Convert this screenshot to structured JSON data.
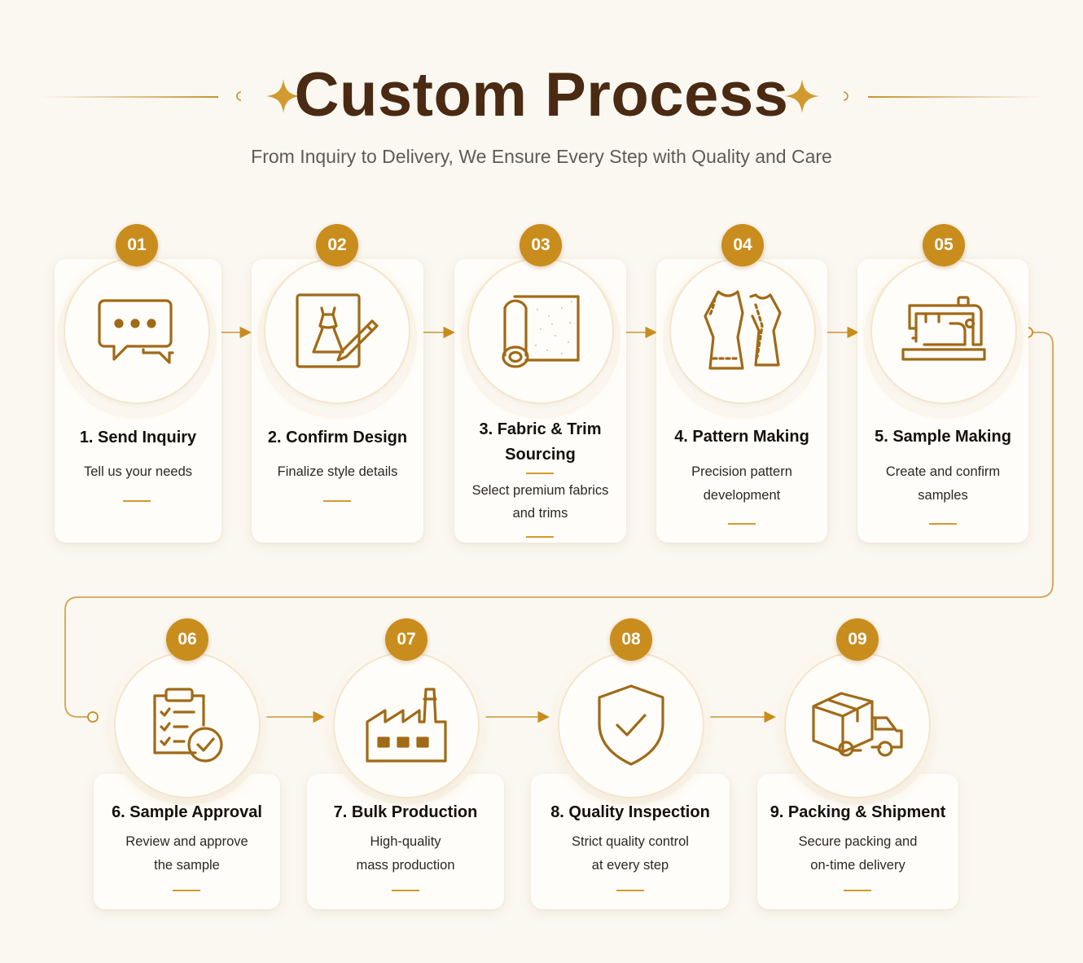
{
  "header": {
    "title": "Custom Process",
    "subtitle": "From Inquiry to Delivery, We Ensure Every Step with Quality and Care"
  },
  "colors": {
    "accent": "#c98d1e",
    "title": "#4a2a12",
    "background": "#fbf8f2",
    "icon_stroke": "#a06a16"
  },
  "steps": [
    {
      "number": "01",
      "title_line1": "1. Send Inquiry",
      "title_line2": "",
      "desc_line1": "Tell us your needs",
      "desc_line2": "",
      "icon": "chat-bubbles-icon"
    },
    {
      "number": "02",
      "title_line1": "2. Confirm Design",
      "title_line2": "",
      "desc_line1": "Finalize style details",
      "desc_line2": "",
      "icon": "dress-sketch-pencil-icon"
    },
    {
      "number": "03",
      "title_line1": "3. Fabric & Trim",
      "title_line2": "Sourcing",
      "desc_line1": "Select premium fabrics",
      "desc_line2": "and trims",
      "icon": "fabric-roll-icon"
    },
    {
      "number": "04",
      "title_line1": "4. Pattern Making",
      "title_line2": "",
      "desc_line1": "Precision pattern",
      "desc_line2": "development",
      "icon": "garment-pattern-icon"
    },
    {
      "number": "05",
      "title_line1": "5. Sample Making",
      "title_line2": "",
      "desc_line1": "Create and confirm",
      "desc_line2": "samples",
      "icon": "sewing-machine-icon"
    },
    {
      "number": "06",
      "title_line1": "6. Sample Approval",
      "title_line2": "",
      "desc_line1": "Review and approve",
      "desc_line2": "the sample",
      "icon": "clipboard-check-icon"
    },
    {
      "number": "07",
      "title_line1": "7. Bulk Production",
      "title_line2": "",
      "desc_line1": "High-quality",
      "desc_line2": "mass production",
      "icon": "factory-icon"
    },
    {
      "number": "08",
      "title_line1": "8. Quality Inspection",
      "title_line2": "",
      "desc_line1": "Strict quality control",
      "desc_line2": "at every step",
      "icon": "shield-check-icon"
    },
    {
      "number": "09",
      "title_line1": "9. Packing & Shipment",
      "title_line2": "",
      "desc_line1": "Secure packing and",
      "desc_line2": "on-time delivery",
      "icon": "delivery-truck-box-icon"
    }
  ]
}
